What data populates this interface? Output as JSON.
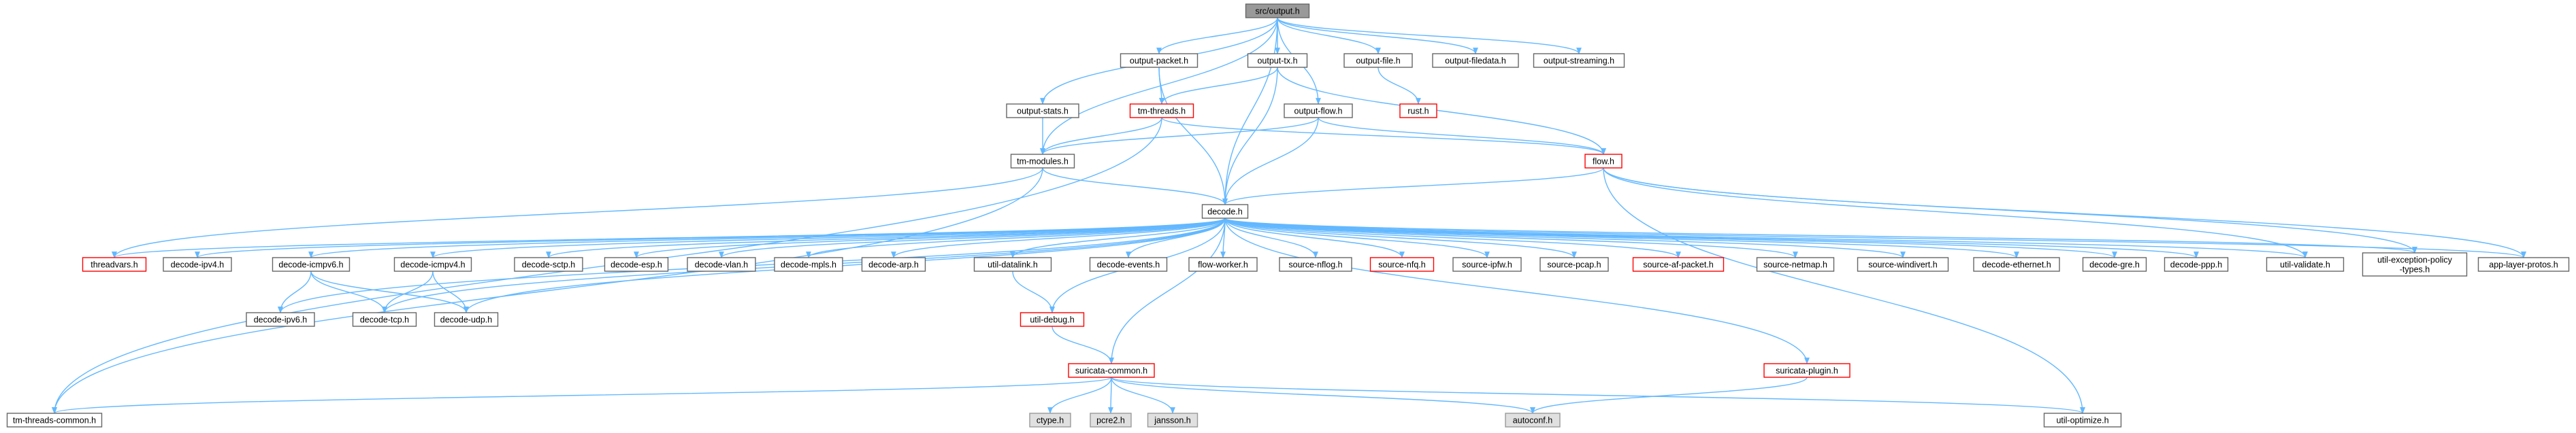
{
  "colors": {
    "root_fill": "#999999",
    "root_border": "#666666",
    "normal_fill": "#ffffff",
    "normal_border": "#666666",
    "incomplete_border": "#ff0000",
    "external_fill": "#e0e0e0",
    "external_border": "#999999",
    "edge": "#63b8ff"
  },
  "nodes": [
    {
      "id": "output",
      "label": "src/output.h",
      "kind": "root"
    },
    {
      "id": "output_packet",
      "label": "output-packet.h",
      "kind": "normal"
    },
    {
      "id": "output_tx",
      "label": "output-tx.h",
      "kind": "normal"
    },
    {
      "id": "output_file",
      "label": "output-file.h",
      "kind": "normal"
    },
    {
      "id": "output_filedata",
      "label": "output-filedata.h",
      "kind": "normal"
    },
    {
      "id": "output_streaming",
      "label": "output-streaming.h",
      "kind": "normal"
    },
    {
      "id": "output_stats",
      "label": "output-stats.h",
      "kind": "normal"
    },
    {
      "id": "tm_threads",
      "label": "tm-threads.h",
      "kind": "incomplete"
    },
    {
      "id": "output_flow",
      "label": "output-flow.h",
      "kind": "normal"
    },
    {
      "id": "rust",
      "label": "rust.h",
      "kind": "incomplete"
    },
    {
      "id": "tm_modules",
      "label": "tm-modules.h",
      "kind": "normal"
    },
    {
      "id": "flow",
      "label": "flow.h",
      "kind": "incomplete"
    },
    {
      "id": "decode",
      "label": "decode.h",
      "kind": "normal"
    },
    {
      "id": "threadvars",
      "label": "threadvars.h",
      "kind": "incomplete"
    },
    {
      "id": "decode_ipv4",
      "label": "decode-ipv4.h",
      "kind": "normal"
    },
    {
      "id": "decode_icmpv6",
      "label": "decode-icmpv6.h",
      "kind": "normal"
    },
    {
      "id": "decode_icmpv4",
      "label": "decode-icmpv4.h",
      "kind": "normal"
    },
    {
      "id": "decode_sctp",
      "label": "decode-sctp.h",
      "kind": "normal"
    },
    {
      "id": "decode_esp",
      "label": "decode-esp.h",
      "kind": "normal"
    },
    {
      "id": "decode_vlan",
      "label": "decode-vlan.h",
      "kind": "normal"
    },
    {
      "id": "decode_mpls",
      "label": "decode-mpls.h",
      "kind": "normal"
    },
    {
      "id": "decode_arp",
      "label": "decode-arp.h",
      "kind": "normal"
    },
    {
      "id": "util_datalink",
      "label": "util-datalink.h",
      "kind": "normal"
    },
    {
      "id": "decode_events",
      "label": "decode-events.h",
      "kind": "normal"
    },
    {
      "id": "flow_worker",
      "label": "flow-worker.h",
      "kind": "normal"
    },
    {
      "id": "source_nflog",
      "label": "source-nflog.h",
      "kind": "normal"
    },
    {
      "id": "source_nfq",
      "label": "source-nfq.h",
      "kind": "incomplete"
    },
    {
      "id": "source_ipfw",
      "label": "source-ipfw.h",
      "kind": "normal"
    },
    {
      "id": "source_pcap",
      "label": "source-pcap.h",
      "kind": "normal"
    },
    {
      "id": "source_af_packet",
      "label": "source-af-packet.h",
      "kind": "incomplete"
    },
    {
      "id": "source_netmap",
      "label": "source-netmap.h",
      "kind": "normal"
    },
    {
      "id": "source_windivert",
      "label": "source-windivert.h",
      "kind": "normal"
    },
    {
      "id": "decode_ethernet",
      "label": "decode-ethernet.h",
      "kind": "normal"
    },
    {
      "id": "decode_gre",
      "label": "decode-gre.h",
      "kind": "normal"
    },
    {
      "id": "decode_ppp",
      "label": "decode-ppp.h",
      "kind": "normal"
    },
    {
      "id": "util_validate",
      "label": "util-validate.h",
      "kind": "normal"
    },
    {
      "id": "util_exception_policy_types",
      "label": "util-exception-policy\n-types.h",
      "kind": "normal"
    },
    {
      "id": "app_layer_protos",
      "label": "app-layer-protos.h",
      "kind": "normal"
    },
    {
      "id": "decode_ipv6",
      "label": "decode-ipv6.h",
      "kind": "normal"
    },
    {
      "id": "decode_tcp",
      "label": "decode-tcp.h",
      "kind": "normal"
    },
    {
      "id": "decode_udp",
      "label": "decode-udp.h",
      "kind": "normal"
    },
    {
      "id": "util_debug",
      "label": "util-debug.h",
      "kind": "incomplete"
    },
    {
      "id": "suricata_common",
      "label": "suricata-common.h",
      "kind": "incomplete"
    },
    {
      "id": "suricata_plugin",
      "label": "suricata-plugin.h",
      "kind": "incomplete"
    },
    {
      "id": "tm_threads_common",
      "label": "tm-threads-common.h",
      "kind": "normal"
    },
    {
      "id": "ctype",
      "label": "ctype.h",
      "kind": "external"
    },
    {
      "id": "pcre2",
      "label": "pcre2.h",
      "kind": "external"
    },
    {
      "id": "jansson",
      "label": "jansson.h",
      "kind": "external"
    },
    {
      "id": "autoconf",
      "label": "autoconf.h",
      "kind": "external"
    },
    {
      "id": "util_optimize",
      "label": "util-optimize.h",
      "kind": "normal"
    }
  ],
  "edges": [
    [
      "output",
      "output_packet"
    ],
    [
      "output",
      "output_tx"
    ],
    [
      "output",
      "output_file"
    ],
    [
      "output",
      "output_filedata"
    ],
    [
      "output",
      "output_streaming"
    ],
    [
      "output",
      "output_stats"
    ],
    [
      "output",
      "output_flow"
    ],
    [
      "output",
      "tm_modules"
    ],
    [
      "output",
      "decode"
    ],
    [
      "output_packet",
      "tm_threads"
    ],
    [
      "output_packet",
      "decode"
    ],
    [
      "output_tx",
      "tm_threads"
    ],
    [
      "output_tx",
      "decode"
    ],
    [
      "output_tx",
      "flow"
    ],
    [
      "output_file",
      "rust"
    ],
    [
      "output_stats",
      "tm_modules"
    ],
    [
      "tm_threads",
      "tm_modules"
    ],
    [
      "tm_threads",
      "flow"
    ],
    [
      "tm_threads",
      "tm_threads_common"
    ],
    [
      "output_flow",
      "tm_modules"
    ],
    [
      "output_flow",
      "decode"
    ],
    [
      "output_flow",
      "flow"
    ],
    [
      "tm_modules",
      "decode"
    ],
    [
      "tm_modules",
      "threadvars"
    ],
    [
      "tm_modules",
      "tm_threads_common"
    ],
    [
      "flow",
      "decode"
    ],
    [
      "flow",
      "util_validate"
    ],
    [
      "flow",
      "util_exception_policy_types"
    ],
    [
      "flow",
      "app_layer_protos"
    ],
    [
      "flow",
      "util_optimize"
    ],
    [
      "decode",
      "threadvars"
    ],
    [
      "decode",
      "decode_ipv4"
    ],
    [
      "decode",
      "decode_icmpv6"
    ],
    [
      "decode",
      "decode_icmpv4"
    ],
    [
      "decode",
      "decode_sctp"
    ],
    [
      "decode",
      "decode_esp"
    ],
    [
      "decode",
      "decode_vlan"
    ],
    [
      "decode",
      "decode_mpls"
    ],
    [
      "decode",
      "decode_arp"
    ],
    [
      "decode",
      "util_datalink"
    ],
    [
      "decode",
      "decode_events"
    ],
    [
      "decode",
      "flow_worker"
    ],
    [
      "decode",
      "source_nflog"
    ],
    [
      "decode",
      "source_nfq"
    ],
    [
      "decode",
      "source_ipfw"
    ],
    [
      "decode",
      "source_pcap"
    ],
    [
      "decode",
      "source_af_packet"
    ],
    [
      "decode",
      "source_netmap"
    ],
    [
      "decode",
      "source_windivert"
    ],
    [
      "decode",
      "decode_ethernet"
    ],
    [
      "decode",
      "decode_gre"
    ],
    [
      "decode",
      "decode_ppp"
    ],
    [
      "decode",
      "util_validate"
    ],
    [
      "decode",
      "util_exception_policy_types"
    ],
    [
      "decode",
      "app_layer_protos"
    ],
    [
      "decode",
      "decode_ipv6"
    ],
    [
      "decode",
      "decode_tcp"
    ],
    [
      "decode",
      "decode_udp"
    ],
    [
      "decode",
      "util_debug"
    ],
    [
      "decode",
      "suricata_common"
    ],
    [
      "decode",
      "suricata_plugin"
    ],
    [
      "decode_icmpv6",
      "decode_ipv6"
    ],
    [
      "decode_icmpv6",
      "decode_tcp"
    ],
    [
      "decode_icmpv6",
      "decode_udp"
    ],
    [
      "decode_icmpv4",
      "decode_tcp"
    ],
    [
      "decode_icmpv4",
      "decode_udp"
    ],
    [
      "util_datalink",
      "util_debug"
    ],
    [
      "util_debug",
      "suricata_common"
    ],
    [
      "suricata_common",
      "tm_threads_common"
    ],
    [
      "suricata_common",
      "ctype"
    ],
    [
      "suricata_common",
      "pcre2"
    ],
    [
      "suricata_common",
      "jansson"
    ],
    [
      "suricata_common",
      "autoconf"
    ],
    [
      "suricata_common",
      "util_optimize"
    ],
    [
      "suricata_plugin",
      "autoconf"
    ]
  ]
}
